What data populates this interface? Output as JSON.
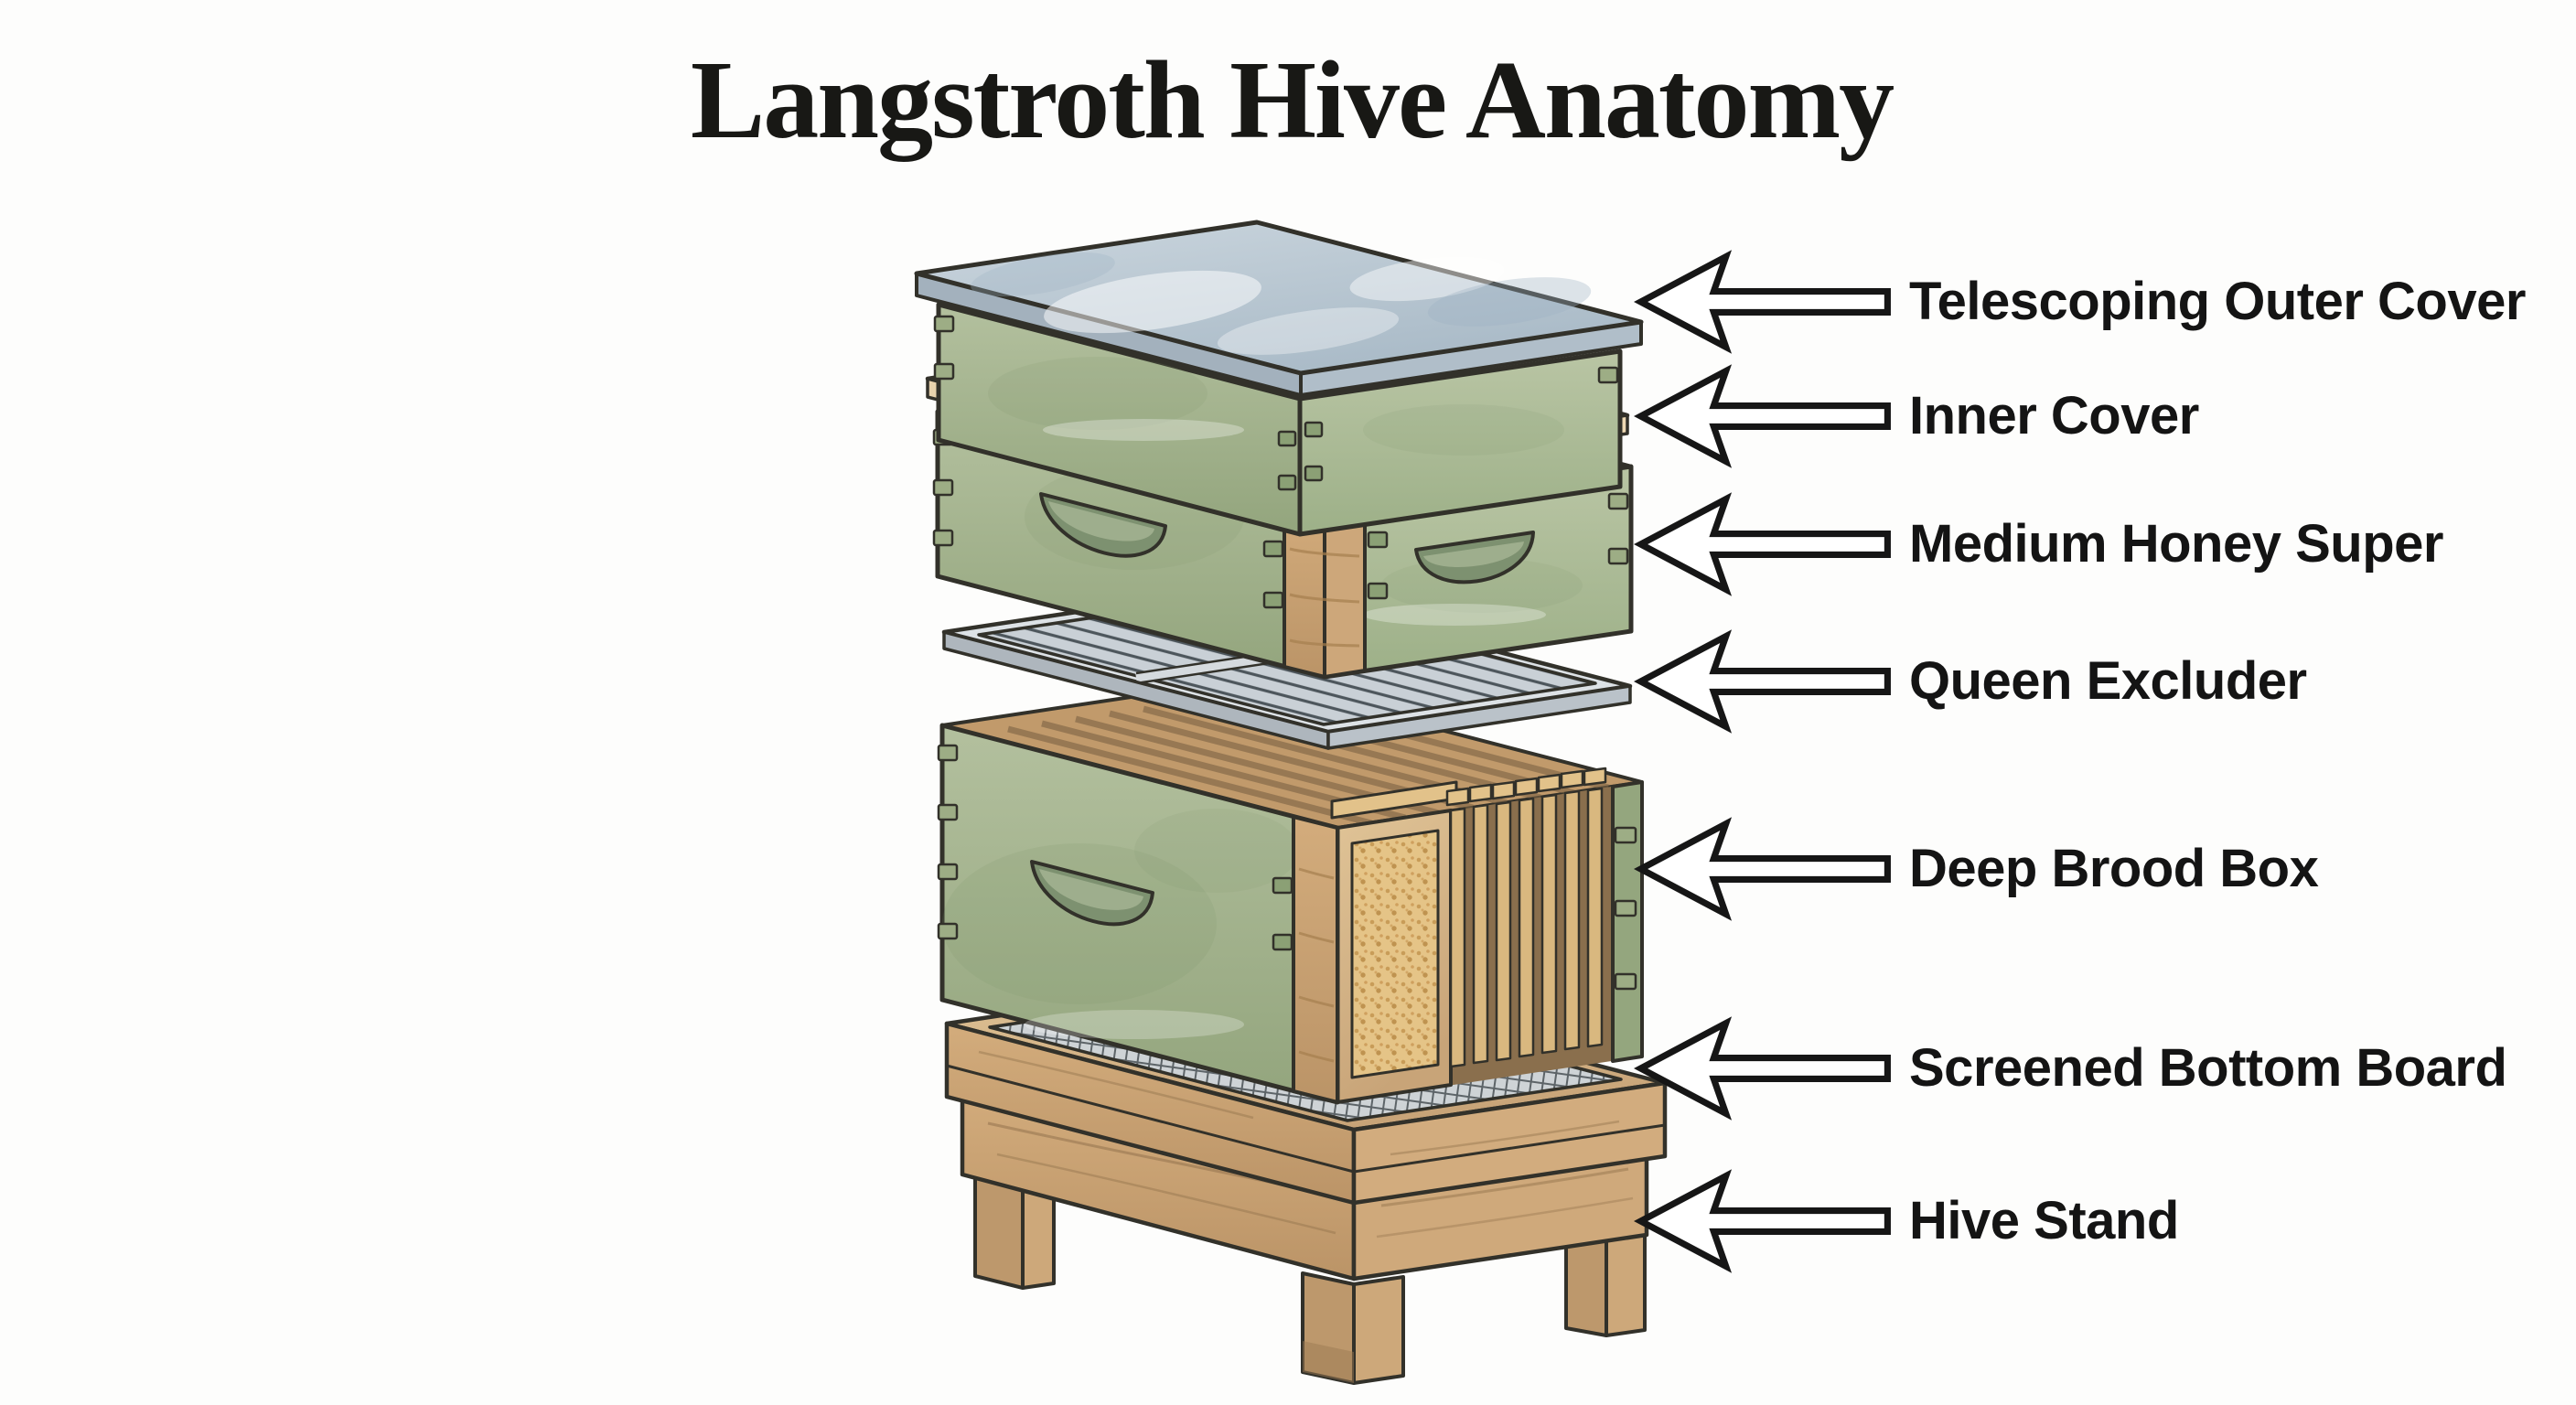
{
  "title": "Langstroth Hive Anatomy",
  "labels": [
    {
      "text": "Telescoping Outer Cover",
      "icon": "block-arrow-left-icon"
    },
    {
      "text": "Inner Cover",
      "icon": "block-arrow-left-icon"
    },
    {
      "text": "Medium Honey Super",
      "icon": "block-arrow-left-icon"
    },
    {
      "text": "Queen Excluder",
      "icon": "block-arrow-left-icon"
    },
    {
      "text": "Deep Brood Box",
      "icon": "block-arrow-left-icon"
    },
    {
      "text": "Screened Bottom Board",
      "icon": "block-arrow-left-icon"
    },
    {
      "text": "Hive Stand",
      "icon": "block-arrow-left-icon"
    }
  ],
  "illustration_parts": [
    "telescoping-outer-cover",
    "inner-cover",
    "medium-honey-super",
    "queen-excluder",
    "deep-brood-box",
    "screened-bottom-board",
    "hive-stand"
  ],
  "colors": {
    "background": "#fdfdfc",
    "ink": "#32312a",
    "hive_green": "#a9b893",
    "hive_green_shade": "#94a67e",
    "wood": "#c9a377",
    "wood_light": "#ddbf92",
    "wood_dark": "#a98355",
    "lid_gray": "#b9c6d0",
    "excluder_gray": "#c9d0d6",
    "mesh_gray": "#ced3d6",
    "arrow_fill": "#ffffff",
    "arrow_outline": "#161616",
    "label_text": "#141414",
    "title_text": "#181815"
  }
}
